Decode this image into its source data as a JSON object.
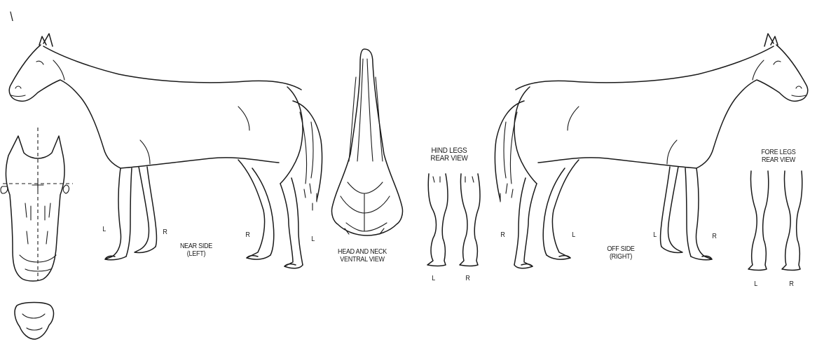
{
  "corner_mark": "\\",
  "near_side": {
    "title": "NEAR SIDE",
    "subtitle": "(LEFT)",
    "leg_labels": [
      "L",
      "R",
      "R",
      "L"
    ]
  },
  "head_neck": {
    "title": "HEAD AND NECK",
    "subtitle": "VENTRAL VIEW"
  },
  "hind_legs": {
    "title": "HIND LEGS",
    "subtitle": "REAR VIEW",
    "left": "L",
    "right": "R"
  },
  "off_side": {
    "title": "OFF SIDE",
    "subtitle": "(RIGHT)",
    "leg_labels": [
      "R",
      "L",
      "L",
      "R"
    ]
  },
  "fore_legs": {
    "title": "FORE LEGS",
    "subtitle": "REAR VIEW",
    "left": "L",
    "right": "R"
  }
}
